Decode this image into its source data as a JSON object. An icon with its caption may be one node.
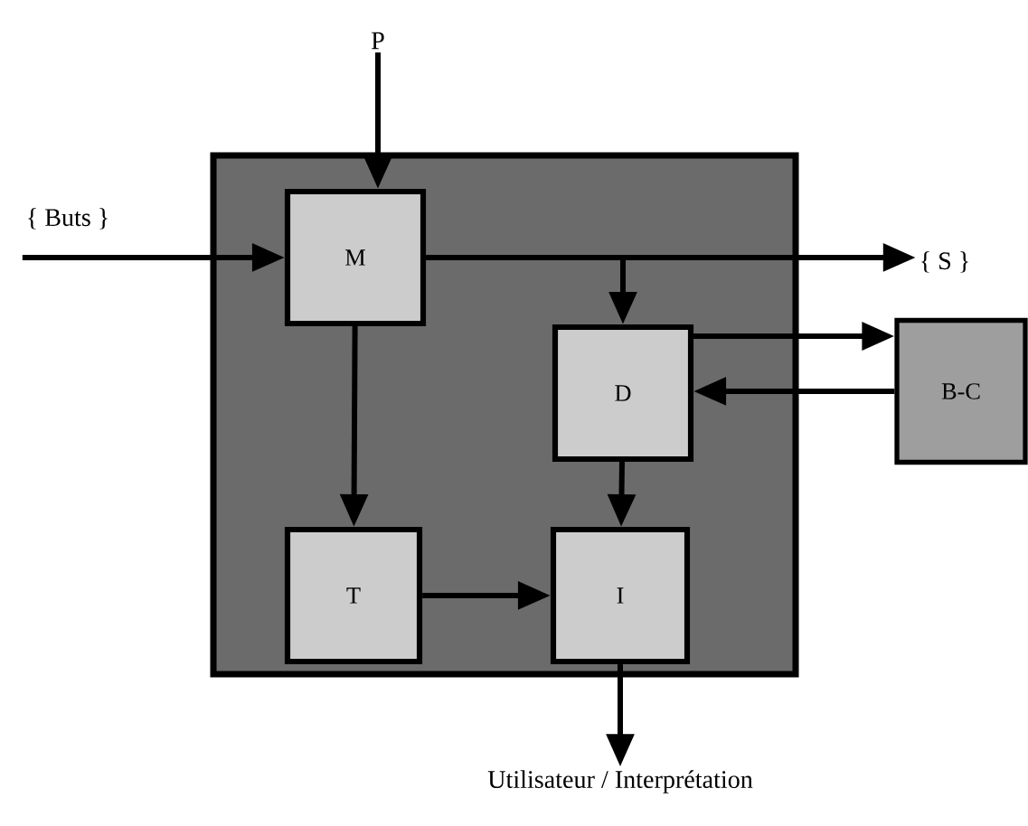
{
  "diagram": {
    "nodes": [
      {
        "text": [],
        "shape": "box"
      },
      {
        "text": [
          "M"
        ],
        "in": 0
      },
      {
        "text": [
          "D"
        ],
        "in": 0
      },
      {
        "text": [
          "T"
        ],
        "in": 0
      },
      {
        "text": [
          "I"
        ],
        "in": 0
      },
      {
        "text": [
          "B-C"
        ]
      },
      {
        "text": [
          "P"
        ]
      },
      {
        "text": [
          "{ Buts }"
        ]
      },
      {
        "text": [
          "{ S }"
        ]
      },
      {
        "text": [
          "Utilisateur / Interprétation"
        ]
      }
    ],
    "edges": [
      {
        "from": 6,
        "to": 1,
        "arrow": "to"
      },
      {
        "from": 7,
        "to": 1,
        "arrow": "to"
      },
      {
        "from": 1,
        "to": 8,
        "arrow": "to"
      },
      {
        "from": 1,
        "to": 2,
        "arrow": "to"
      },
      {
        "from": 1,
        "to": 3,
        "arrow": "to"
      },
      {
        "from": 2,
        "to": 5,
        "arrow": "to"
      },
      {
        "from": 5,
        "to": 2,
        "arrow": "to"
      },
      {
        "from": 2,
        "to": 4,
        "arrow": "to"
      },
      {
        "from": 3,
        "to": 4,
        "arrow": "to"
      },
      {
        "from": 4,
        "to": 9,
        "arrow": "to"
      }
    ]
  }
}
